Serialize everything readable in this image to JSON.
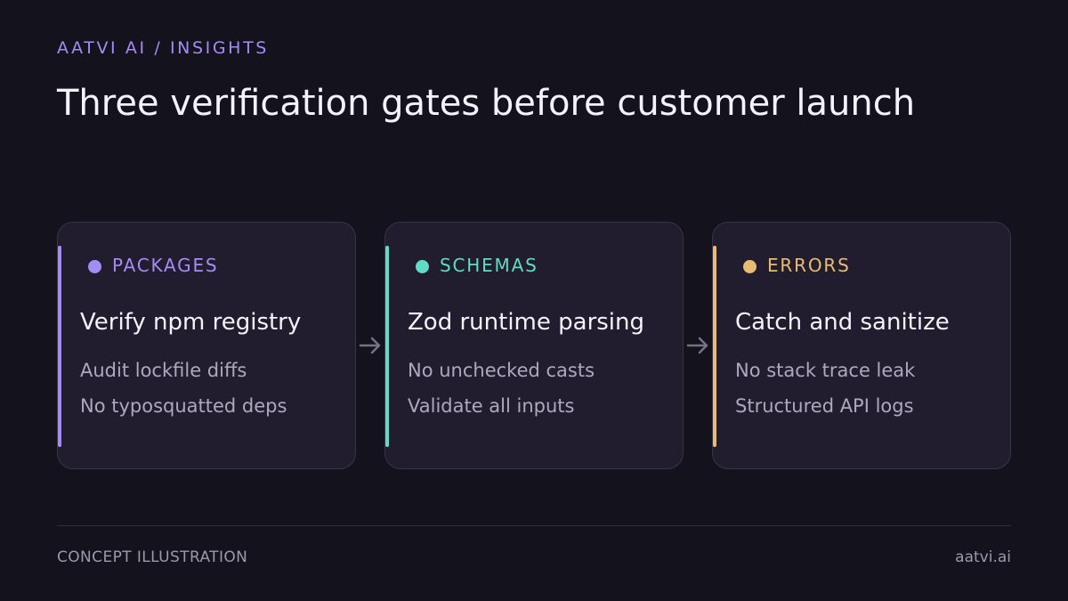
{
  "header": {
    "eyebrow": "AATVI AI / INSIGHTS",
    "title": "Three verification gates before customer launch"
  },
  "gates": [
    {
      "label": "PACKAGES",
      "color": "#a48cf5",
      "heading": "Verify npm registry",
      "lines": [
        "Audit lockfile diffs",
        "No typosquatted deps"
      ]
    },
    {
      "label": "SCHEMAS",
      "color": "#5fdcc5",
      "heading": "Zod runtime parsing",
      "lines": [
        "No unchecked casts",
        "Validate all inputs"
      ]
    },
    {
      "label": "ERRORS",
      "color": "#e8bd72",
      "heading": "Catch and sanitize",
      "lines": [
        "No stack trace leak",
        "Structured API logs"
      ]
    }
  ],
  "footer": {
    "left": "CONCEPT ILLUSTRATION",
    "right": "aatvi.ai"
  },
  "colors": {
    "background": "#14121c",
    "card": "#211d2f",
    "arrow": "#777188"
  }
}
